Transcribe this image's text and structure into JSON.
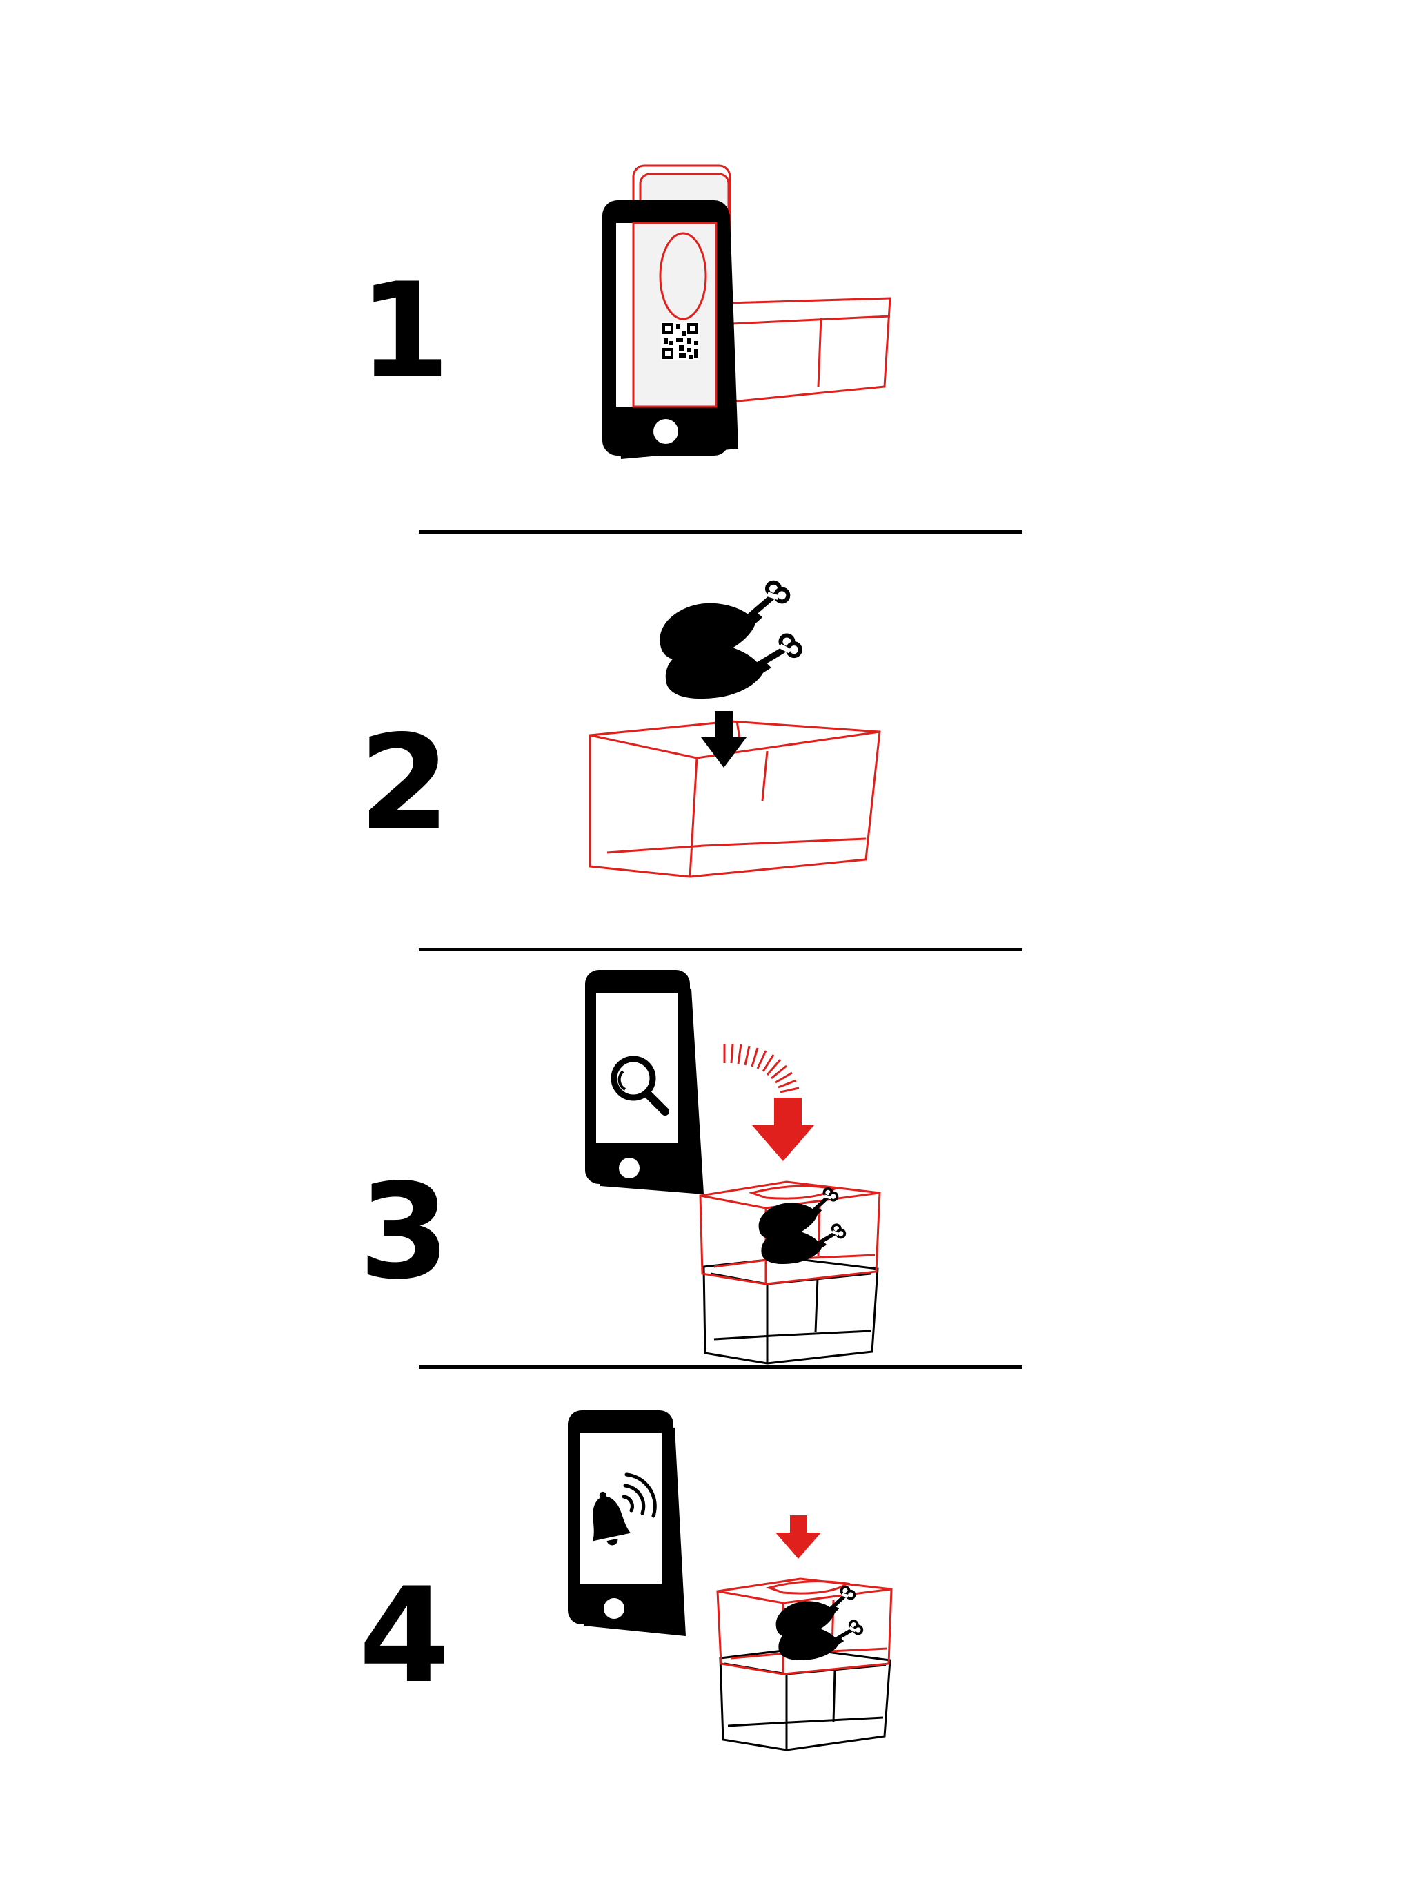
{
  "steps": [
    {
      "number": "1",
      "scene": "scan-qr-code-on-lid-label-with-phone"
    },
    {
      "number": "2",
      "scene": "put-food-into-container"
    },
    {
      "number": "3",
      "scene": "search-container-with-phone"
    },
    {
      "number": "4",
      "scene": "phone-notification-for-container"
    }
  ],
  "colors": {
    "accent": "#e0201c",
    "ink": "#000000",
    "paper": "#ffffff"
  },
  "icons": [
    "phone-icon",
    "qr-code-icon",
    "label-card-icon",
    "container-icon",
    "chicken-drumstick-icon",
    "down-arrow-icon",
    "magnifier-icon",
    "curved-arrow-icon",
    "bell-icon",
    "signal-waves-icon"
  ]
}
